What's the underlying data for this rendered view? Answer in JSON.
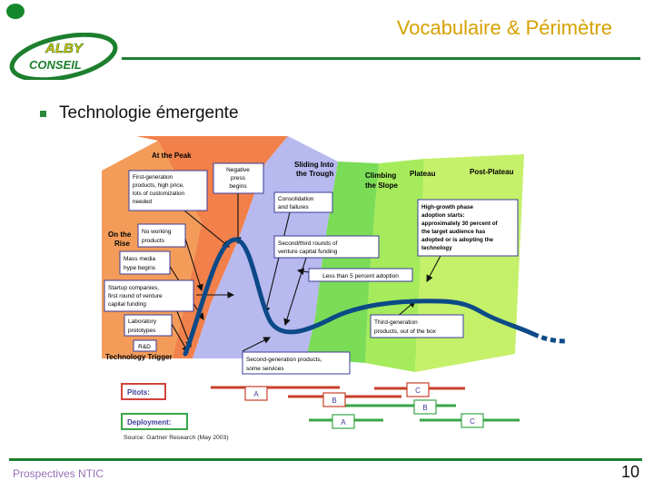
{
  "header": {
    "title": "Vocabulaire & Périmètre",
    "logo_text_top": "ALBY",
    "logo_text_bottom": "CONSEIL"
  },
  "bullet": {
    "text": "Technologie émergente"
  },
  "diagram": {
    "phases": {
      "trigger": "Technology Trigger",
      "rise": [
        "On the",
        "Rise"
      ],
      "peak": "At the Peak",
      "trough": [
        "Sliding Into",
        "the Trough"
      ],
      "slope": [
        "Climbing",
        "the Slope"
      ],
      "plateau": "Plateau",
      "post_plateau": "Post-Plateau"
    },
    "boxes": {
      "first_gen": [
        "First-generation",
        "products, high price,",
        "lots of customization",
        "needed"
      ],
      "negative_press": [
        "Negative",
        "press",
        "begins"
      ],
      "consolidation": [
        "Consolidation",
        "and failures"
      ],
      "high_growth": [
        "High-growth phase",
        "adoption starts:",
        "approximately 30 percent of",
        "the target audience has",
        "adopted or is adopting the",
        "technology"
      ],
      "no_working": [
        "No working",
        "products"
      ],
      "second_third": [
        "Second/third rounds of",
        "venture capital funding"
      ],
      "mass_media": [
        "Mass media",
        "hype begins"
      ],
      "less_than_5": "Less than 5 percent adoption",
      "startup": [
        "Startup companies,",
        "first round of venture",
        "capital funding"
      ],
      "lab": [
        "Laboratory",
        "prototypes"
      ],
      "rnd": "R&D",
      "third_gen": [
        "Third-generation",
        "products, out of the box"
      ],
      "second_gen": [
        "Second-generation products,",
        "some services"
      ]
    },
    "pilots_label": "Pitots:",
    "deployment_label": "Deployment:",
    "markers": {
      "pilots_a": "A",
      "pilots_b": "B",
      "pilots_c": "C",
      "deploy_a": "A",
      "deploy_b": "B",
      "deploy_c": "C"
    },
    "source": "Source: Gartner Research (May 2003)"
  },
  "footer": {
    "text": "Prospectives NTIC",
    "page_number": "10"
  },
  "colors": {
    "accent_green": "#1d7f2e",
    "title_gold": "#d6a100",
    "curve_blue": "#0c4a87",
    "marker_red": "#c8402a"
  }
}
